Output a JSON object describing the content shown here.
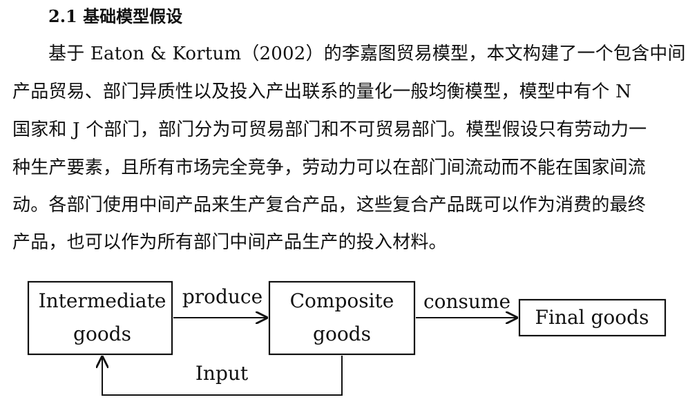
{
  "section": {
    "heading": "2.1 基础模型假设"
  },
  "paragraph": {
    "lines": [
      "基于 Eaton & Kortum（2002）的李嘉图贸易模型，本文构建了一个包含中间",
      "产品贸易、部门异质性以及投入产出联系的量化一般均衡模型，模型中有个 N",
      "国家和 J 个部门，部门分为可贸易部门和不可贸易部门。模型假设只有劳动力一",
      "种生产要素，且所有市场完全竞争，劳动力可以在部门间流动而不能在国家间流",
      "动。各部门使用中间产品来生产复合产品，这些复合产品既可以作为消费的最终",
      "产品，也可以作为所有部门中间产品生产的投入材料。"
    ]
  },
  "diagram": {
    "nodes": {
      "intermediate": [
        "Intermediate",
        "goods"
      ],
      "composite": [
        "Composite",
        "goods"
      ],
      "final": [
        "Final goods"
      ]
    },
    "edges": {
      "produce": "produce",
      "consume": "consume",
      "input": "Input"
    }
  }
}
